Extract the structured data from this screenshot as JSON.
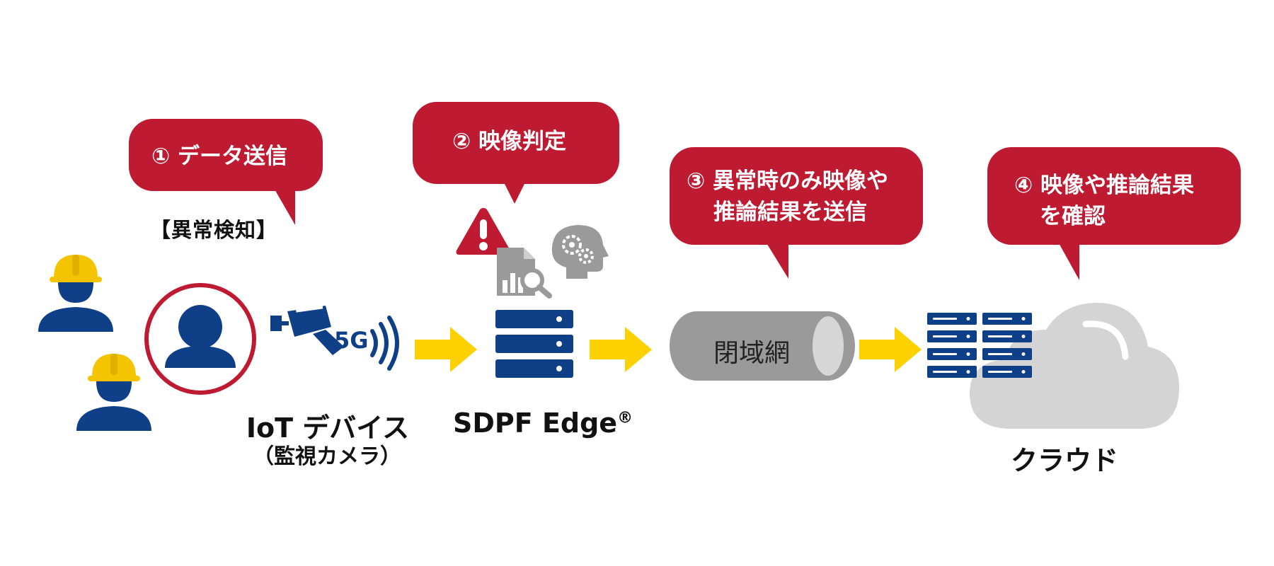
{
  "colors": {
    "bubble": "#be1a32",
    "navy": "#0f3f87",
    "helmet": "#f5c400",
    "arrow": "#fdd000",
    "gray": "#9a9a9a",
    "cloud": "#d4d4d4",
    "ring": "#be1a32"
  },
  "bubbles": {
    "step1": {
      "number": "①",
      "text": "データ送信"
    },
    "step2": {
      "number": "②",
      "text": "映像判定"
    },
    "step3": {
      "number": "③",
      "line1": "異常時のみ映像や",
      "line2": "推論結果を送信"
    },
    "step4": {
      "number": "④",
      "line1": "映像や推論結果",
      "line2": "を確認"
    }
  },
  "labels": {
    "anomaly": "【異常検知】",
    "network_5g": "5G",
    "closed_network": "閉域網",
    "iot_line1": "IoT デバイス",
    "iot_line2": "（監視カメラ）",
    "edge_name": "SDPF Edge",
    "edge_mark": "®",
    "cloud": "クラウド"
  },
  "icons": [
    "worker-icon",
    "person-in-circle-icon",
    "security-camera-icon",
    "signal-waves-icon",
    "arrow-right-icon",
    "warning-icon",
    "document-chart-search-icon",
    "ai-head-gears-icon",
    "server-rack-icon",
    "pipe-icon",
    "cloud-icon"
  ]
}
